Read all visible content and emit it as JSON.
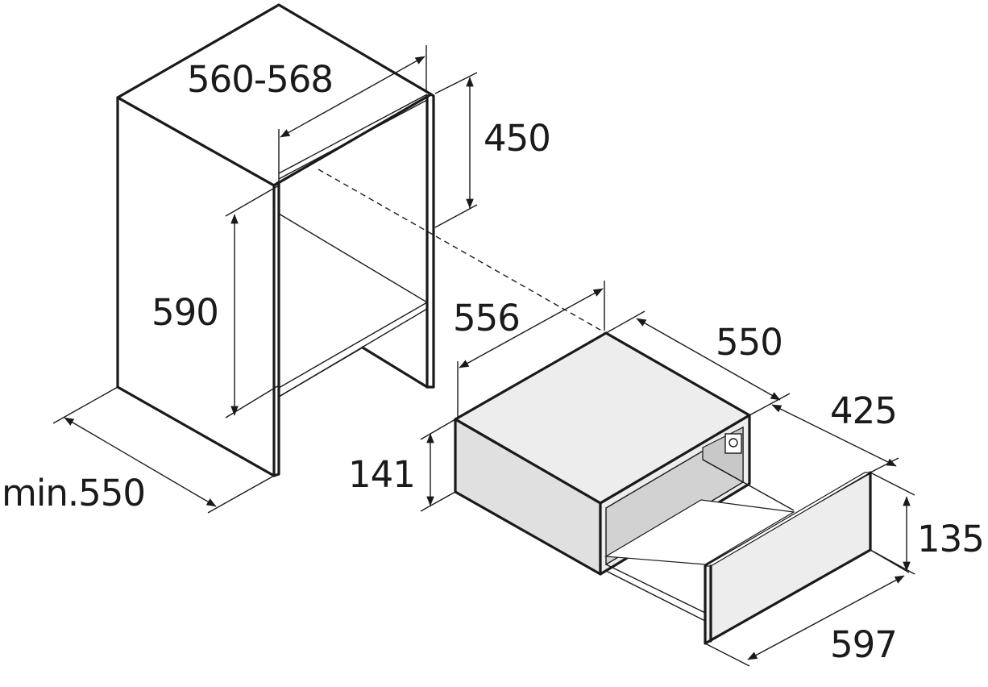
{
  "dimensions": {
    "niche_width": "560-568",
    "niche_height": "450",
    "cabinet_height": "590",
    "cabinet_depth": "min.550",
    "drawer_width_top": "556",
    "drawer_depth": "550",
    "drawer_extension": "425",
    "drawer_height": "141",
    "front_height": "135",
    "front_width": "597"
  },
  "colors": {
    "line": "#1a1a1a",
    "panel_light": "#ededed",
    "panel_mid": "#e0e0e0",
    "panel_dark": "#d2d2d2"
  }
}
